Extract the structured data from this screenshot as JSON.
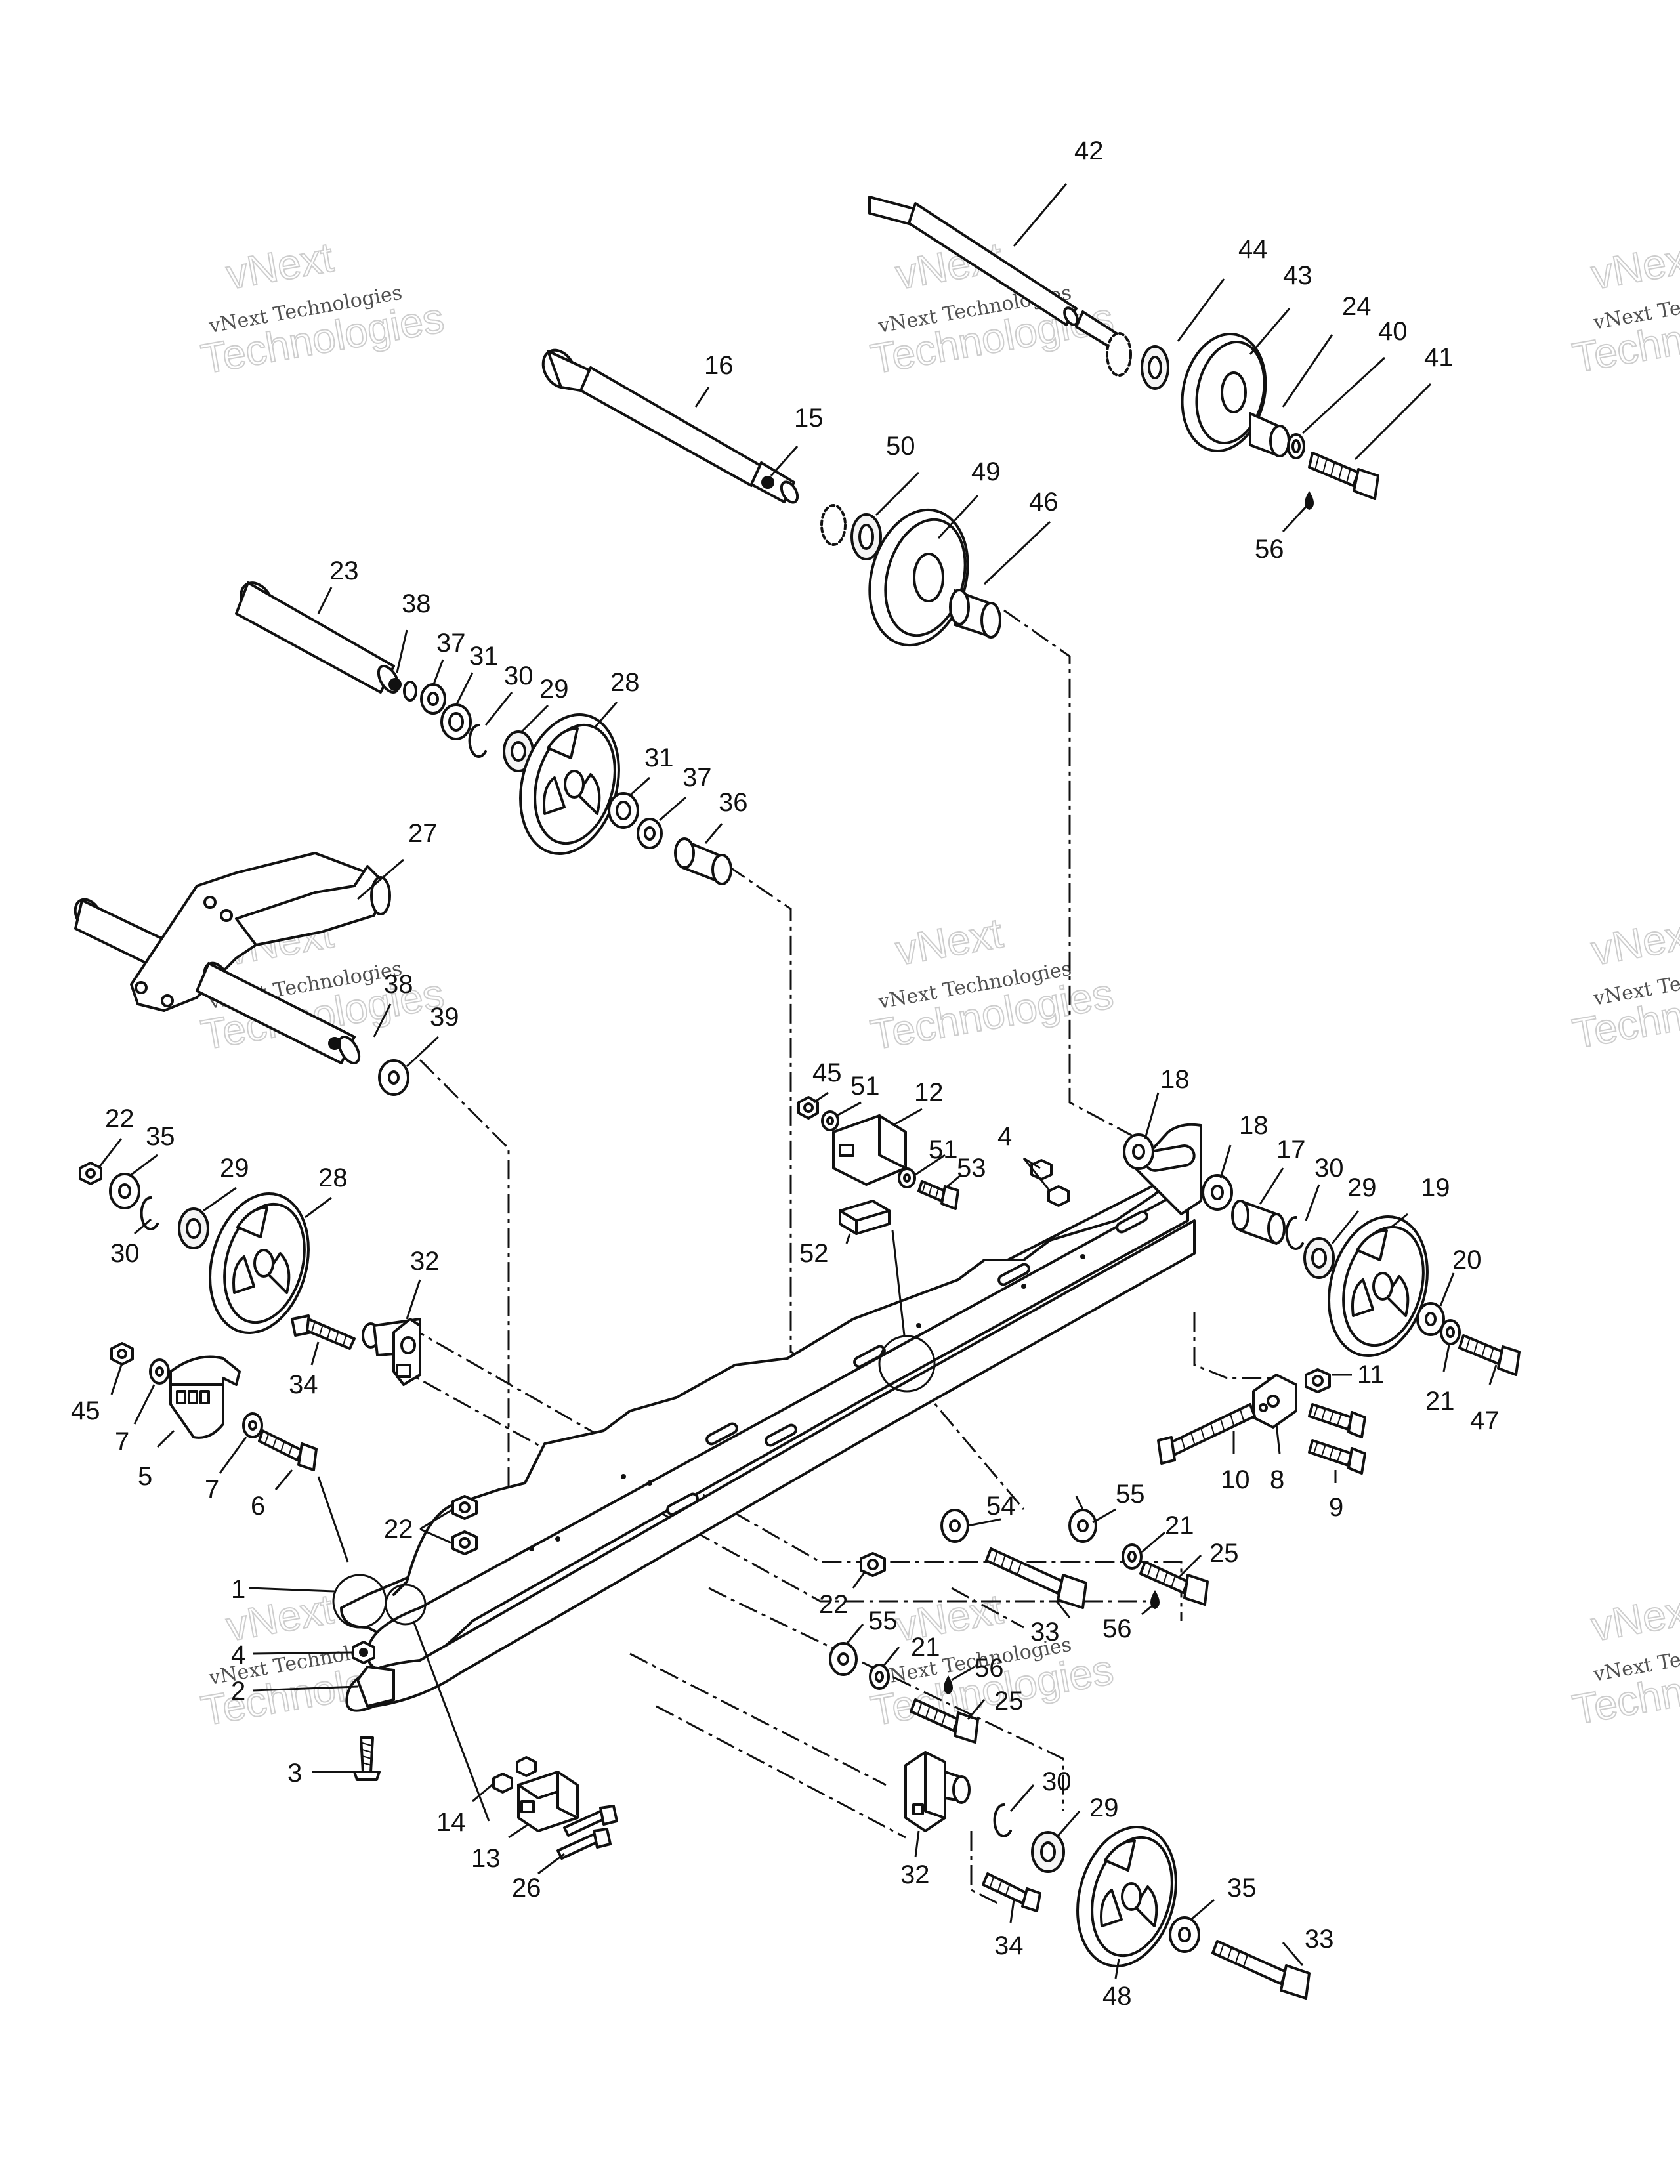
{
  "diagram": {
    "colors": {
      "ink": "#111111",
      "paper": "#ffffff",
      "watermark": "#c8c8c8"
    },
    "watermark": {
      "line1": "vNext Technologies",
      "line2": "vNext",
      "line3": "Technologies"
    },
    "callouts": [
      {
        "id": "c42a",
        "text": "42"
      },
      {
        "id": "c44",
        "text": "44"
      },
      {
        "id": "c43",
        "text": "43"
      },
      {
        "id": "c24",
        "text": "24"
      },
      {
        "id": "c40",
        "text": "40"
      },
      {
        "id": "c41",
        "text": "41"
      },
      {
        "id": "c56a",
        "text": "56"
      },
      {
        "id": "c16",
        "text": "16"
      },
      {
        "id": "c15",
        "text": "15"
      },
      {
        "id": "c50",
        "text": "50"
      },
      {
        "id": "c49",
        "text": "49"
      },
      {
        "id": "c46",
        "text": "46"
      },
      {
        "id": "c23",
        "text": "23"
      },
      {
        "id": "c38a",
        "text": "38"
      },
      {
        "id": "c37a",
        "text": "37"
      },
      {
        "id": "c31a",
        "text": "31"
      },
      {
        "id": "c30a",
        "text": "30"
      },
      {
        "id": "c29a",
        "text": "29"
      },
      {
        "id": "c28a",
        "text": "28"
      },
      {
        "id": "c31b",
        "text": "31"
      },
      {
        "id": "c37b",
        "text": "37"
      },
      {
        "id": "c36",
        "text": "36"
      },
      {
        "id": "c27",
        "text": "27"
      },
      {
        "id": "c38b",
        "text": "38"
      },
      {
        "id": "c39",
        "text": "39"
      },
      {
        "id": "c45a",
        "text": "45"
      },
      {
        "id": "c51a",
        "text": "51"
      },
      {
        "id": "c12",
        "text": "12"
      },
      {
        "id": "c51b",
        "text": "51"
      },
      {
        "id": "c53",
        "text": "53"
      },
      {
        "id": "c52",
        "text": "52"
      },
      {
        "id": "c4a",
        "text": "4"
      },
      {
        "id": "c18a",
        "text": "18"
      },
      {
        "id": "c18b",
        "text": "18"
      },
      {
        "id": "c17",
        "text": "17"
      },
      {
        "id": "c30b",
        "text": "30"
      },
      {
        "id": "c29b",
        "text": "29"
      },
      {
        "id": "c19",
        "text": "19"
      },
      {
        "id": "c20",
        "text": "20"
      },
      {
        "id": "c21a",
        "text": "21"
      },
      {
        "id": "c47",
        "text": "47"
      },
      {
        "id": "c11",
        "text": "11"
      },
      {
        "id": "c10",
        "text": "10"
      },
      {
        "id": "c8",
        "text": "8"
      },
      {
        "id": "c9",
        "text": "9"
      },
      {
        "id": "c22a",
        "text": "22"
      },
      {
        "id": "c35a",
        "text": "35"
      },
      {
        "id": "c29c",
        "text": "29"
      },
      {
        "id": "c28b",
        "text": "28"
      },
      {
        "id": "c30c",
        "text": "30"
      },
      {
        "id": "c32a",
        "text": "32"
      },
      {
        "id": "c34a",
        "text": "34"
      },
      {
        "id": "c45b",
        "text": "45"
      },
      {
        "id": "c7a",
        "text": "7"
      },
      {
        "id": "c5",
        "text": "5"
      },
      {
        "id": "c7b",
        "text": "7"
      },
      {
        "id": "c6",
        "text": "6"
      },
      {
        "id": "c22b",
        "text": "22"
      },
      {
        "id": "c54",
        "text": "54"
      },
      {
        "id": "c55a",
        "text": "55"
      },
      {
        "id": "c21b",
        "text": "21"
      },
      {
        "id": "c25a",
        "text": "25"
      },
      {
        "id": "c1",
        "text": "1"
      },
      {
        "id": "c22c",
        "text": "22"
      },
      {
        "id": "c33a",
        "text": "33"
      },
      {
        "id": "c56b",
        "text": "56"
      },
      {
        "id": "c4b",
        "text": "4"
      },
      {
        "id": "c2",
        "text": "2"
      },
      {
        "id": "c55b",
        "text": "55"
      },
      {
        "id": "c21c",
        "text": "21"
      },
      {
        "id": "c56c",
        "text": "56"
      },
      {
        "id": "c25b",
        "text": "25"
      },
      {
        "id": "c3",
        "text": "3"
      },
      {
        "id": "c14",
        "text": "14"
      },
      {
        "id": "c13",
        "text": "13"
      },
      {
        "id": "c26",
        "text": "26"
      },
      {
        "id": "c30d",
        "text": "30"
      },
      {
        "id": "c29d",
        "text": "29"
      },
      {
        "id": "c32b",
        "text": "32"
      },
      {
        "id": "c34b",
        "text": "34"
      },
      {
        "id": "c35b",
        "text": "35"
      },
      {
        "id": "c33b",
        "text": "33"
      },
      {
        "id": "c48",
        "text": "48"
      }
    ]
  }
}
